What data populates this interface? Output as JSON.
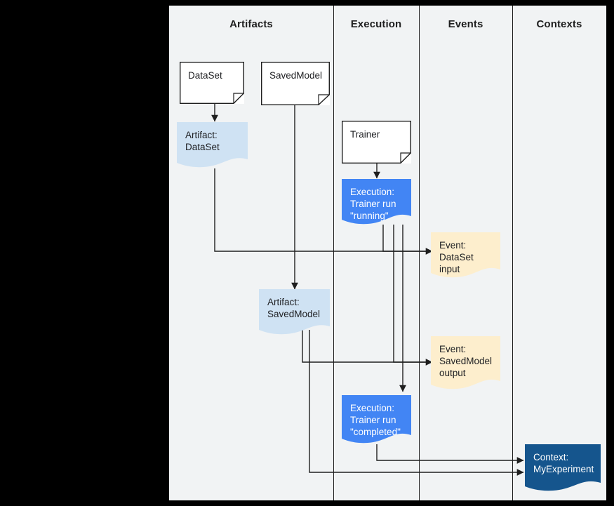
{
  "diagram": {
    "title": "ML Metadata swimlane flow",
    "background": "#f1f3f4",
    "outside": "#000000",
    "line_color": "#1f1f1f"
  },
  "lanes": [
    {
      "id": "artifacts",
      "label": "Artifacts"
    },
    {
      "id": "execution",
      "label": "Execution"
    },
    {
      "id": "events",
      "label": "Events"
    },
    {
      "id": "contexts",
      "label": "Contexts"
    }
  ],
  "colors": {
    "artifact_fill": "#cfe2f3",
    "execution_fill": "#4285f4",
    "event_fill": "#fdeecd",
    "context_fill": "#15558d",
    "doc_fill": "#ffffff",
    "stroke": "#1f1f1f",
    "lane_bg": "#f1f3f4"
  },
  "nodes": [
    {
      "id": "dataset",
      "kind": "docbox",
      "lane": "artifacts",
      "label": "DataSet"
    },
    {
      "id": "savedmodel",
      "kind": "docbox",
      "lane": "artifacts",
      "label": "SavedModel"
    },
    {
      "id": "artifact-dataset",
      "kind": "artifact",
      "lane": "artifacts",
      "label": "Artifact:\nDataSet"
    },
    {
      "id": "artifact-savedmodel",
      "kind": "artifact",
      "lane": "artifacts",
      "label": "Artifact:\nSavedModel"
    },
    {
      "id": "trainer",
      "kind": "docbox",
      "lane": "execution",
      "label": "Trainer"
    },
    {
      "id": "execution-running",
      "kind": "execution",
      "lane": "execution",
      "label": "Execution:\nTrainer run\n\"running\""
    },
    {
      "id": "execution-completed",
      "kind": "execution",
      "lane": "execution",
      "label": "Execution:\nTrainer run\n\"completed\""
    },
    {
      "id": "event-dataset-input",
      "kind": "event",
      "lane": "events",
      "label": "Event:\nDataSet input"
    },
    {
      "id": "event-savedmodel-output",
      "kind": "event",
      "lane": "events",
      "label": "Event:\nSavedModel\noutput"
    },
    {
      "id": "context-myexperiment",
      "kind": "context",
      "lane": "contexts",
      "label": "Context:\nMyExperiment"
    }
  ]
}
